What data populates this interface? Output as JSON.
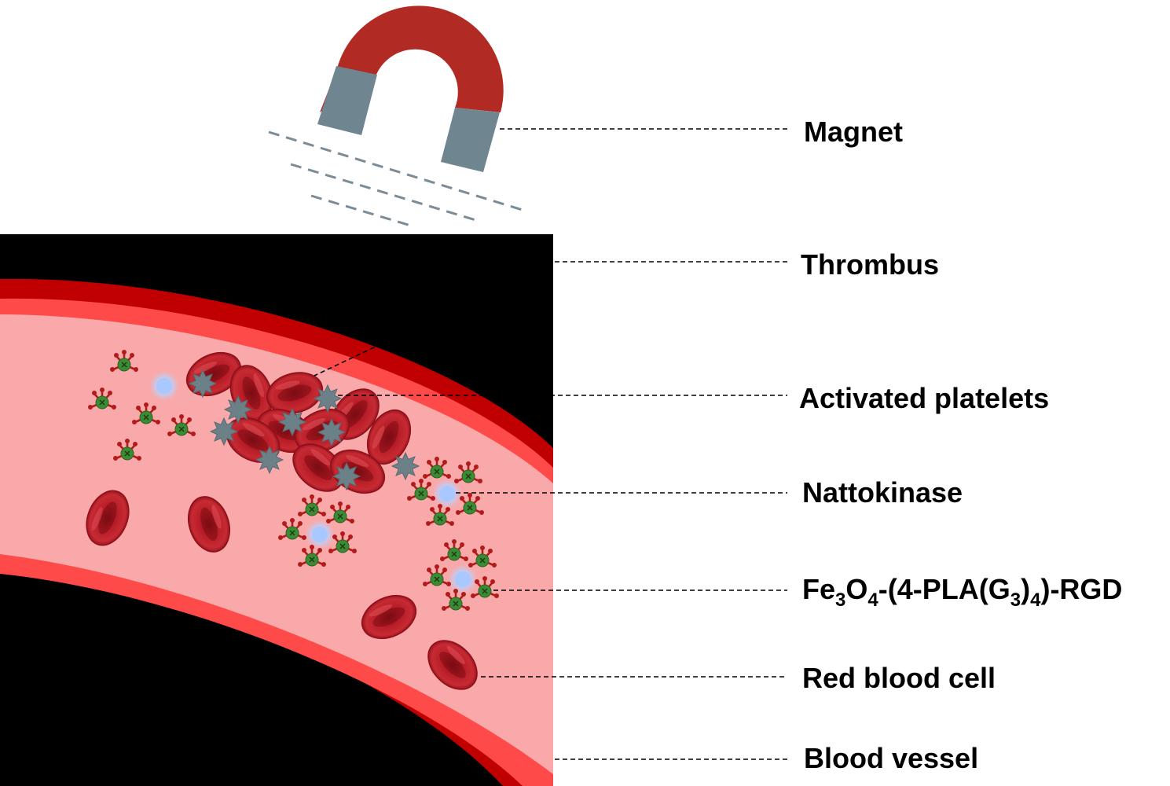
{
  "labels": {
    "magnet": "Magnet",
    "thrombus": "Thrombus",
    "activated_platelets": "Activated platelets",
    "nattokinase": "Nattokinase",
    "conjugate": {
      "p1": "Fe",
      "s1": "3",
      "p2": "O",
      "s2": "4",
      "p3": "-(4-PLA(G",
      "s3": "3",
      "p4": ")",
      "s4": "4",
      "p5": ")-RGD"
    },
    "red_blood_cell": "Red blood cell",
    "blood_vessel": "Blood vessel"
  },
  "colors": {
    "magnet_body": "#b22a24",
    "magnet_poles": "#6f8590",
    "field_lines": "#7c8c96",
    "background_panel": "#000000",
    "vessel_wall_outer": "#c00000",
    "vessel_wall_inner": "#ff4a4a",
    "blood_plasma": "#f9a9a9",
    "red_blood_cell": "#b81c26",
    "platelet": "#6c8088",
    "nattokinase": "#a9c8ff",
    "nanoparticle_core": "#3d8a35",
    "nanoparticle_arms": "#b31b1b"
  }
}
